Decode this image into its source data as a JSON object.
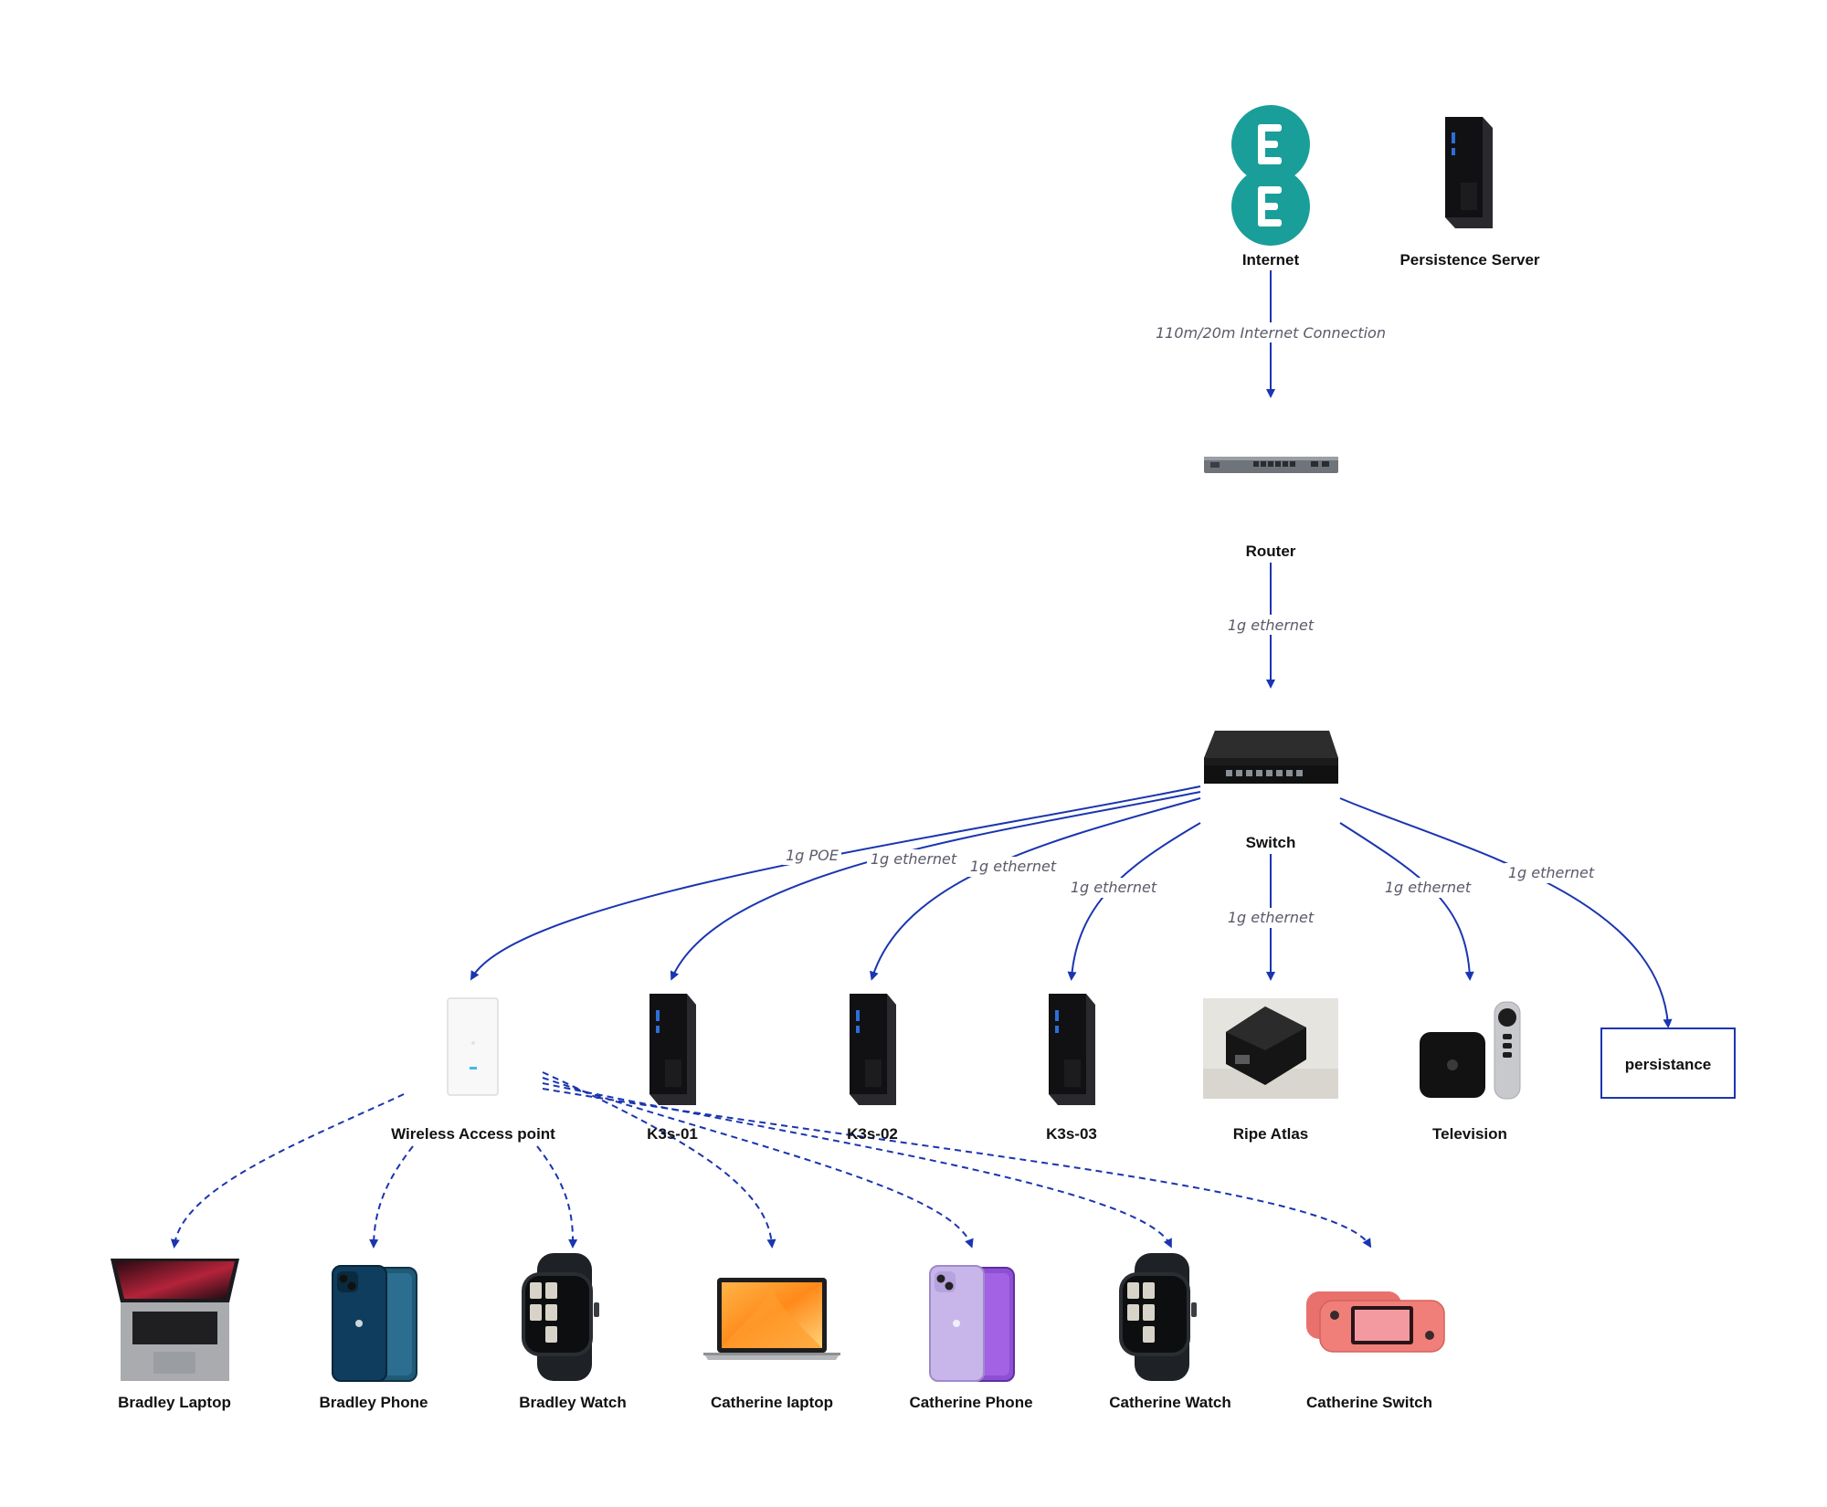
{
  "diagram": {
    "colors": {
      "edge": "#1a35b0",
      "ee_brand": "#1a9e9a",
      "switch_body": "#1b1b1b",
      "node_box_border": "#1a35b0"
    },
    "nodes": {
      "internet": {
        "label": "Internet",
        "icon": "ee-logo-icon"
      },
      "persistence_server": {
        "label": "Persistence Server",
        "icon": "mini-pc-icon"
      },
      "router": {
        "label": "Router",
        "icon": "router-icon"
      },
      "switch": {
        "label": "Switch",
        "icon": "network-switch-icon"
      },
      "wap": {
        "label": "Wireless Access point",
        "icon": "access-point-icon"
      },
      "k3s01": {
        "label": "K3s-01",
        "icon": "mini-pc-icon"
      },
      "k3s02": {
        "label": "K3s-02",
        "icon": "mini-pc-icon"
      },
      "k3s03": {
        "label": "K3s-03",
        "icon": "mini-pc-icon"
      },
      "ripe_atlas": {
        "label": "Ripe Atlas",
        "icon": "probe-box-icon"
      },
      "television": {
        "label": "Television",
        "icon": "apple-tv-icon"
      },
      "persistance": {
        "label": "persistance"
      },
      "bradley_laptop": {
        "label": "Bradley Laptop",
        "icon": "macbook-pro-icon"
      },
      "bradley_phone": {
        "label": "Bradley Phone",
        "icon": "iphone-blue-icon"
      },
      "bradley_watch": {
        "label": "Bradley Watch",
        "icon": "watch-icon"
      },
      "catherine_laptop": {
        "label": "Catherine laptop",
        "icon": "macbook-air-icon"
      },
      "catherine_phone": {
        "label": "Catherine Phone",
        "icon": "iphone-purple-icon"
      },
      "catherine_watch": {
        "label": "Catherine Watch",
        "icon": "watch-icon"
      },
      "catherine_switch": {
        "label": "Catherine Switch",
        "icon": "game-console-icon"
      }
    },
    "edges": {
      "internet_router": "110m/20m Internet Connection",
      "router_switch": "1g ethernet",
      "switch_wap": "1g POE",
      "switch_k3s01": "1g ethernet",
      "switch_k3s02": "1g ethernet",
      "switch_k3s03": "1g ethernet",
      "switch_ripe": "1g ethernet",
      "switch_tv": "1g ethernet",
      "switch_persistance": "1g ethernet"
    }
  }
}
